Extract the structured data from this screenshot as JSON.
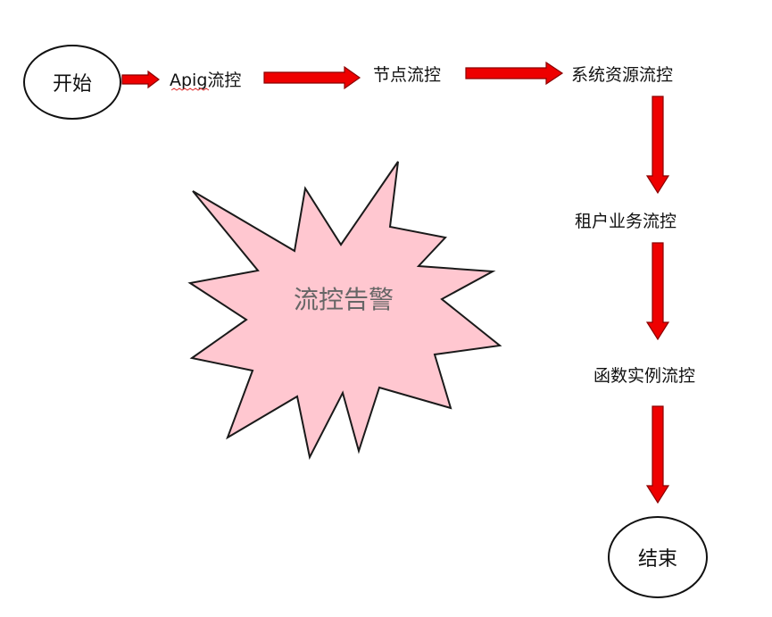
{
  "colors": {
    "arrow_fill": "#ee0000",
    "arrow_stroke": "#8b0000",
    "burst_fill": "#ffc7d0",
    "burst_stroke": "#1a1a1a",
    "burst_text": "#666666",
    "ellipse_stroke": "#111111",
    "squiggle": "#e03030"
  },
  "nodes": {
    "start": "开始",
    "apig": "Apig流控",
    "node": "节点流控",
    "system": "系统资源流控",
    "tenant": "租户业务流控",
    "function": "函数实例流控",
    "end": "结束"
  },
  "alert": {
    "label": "流控告警"
  }
}
